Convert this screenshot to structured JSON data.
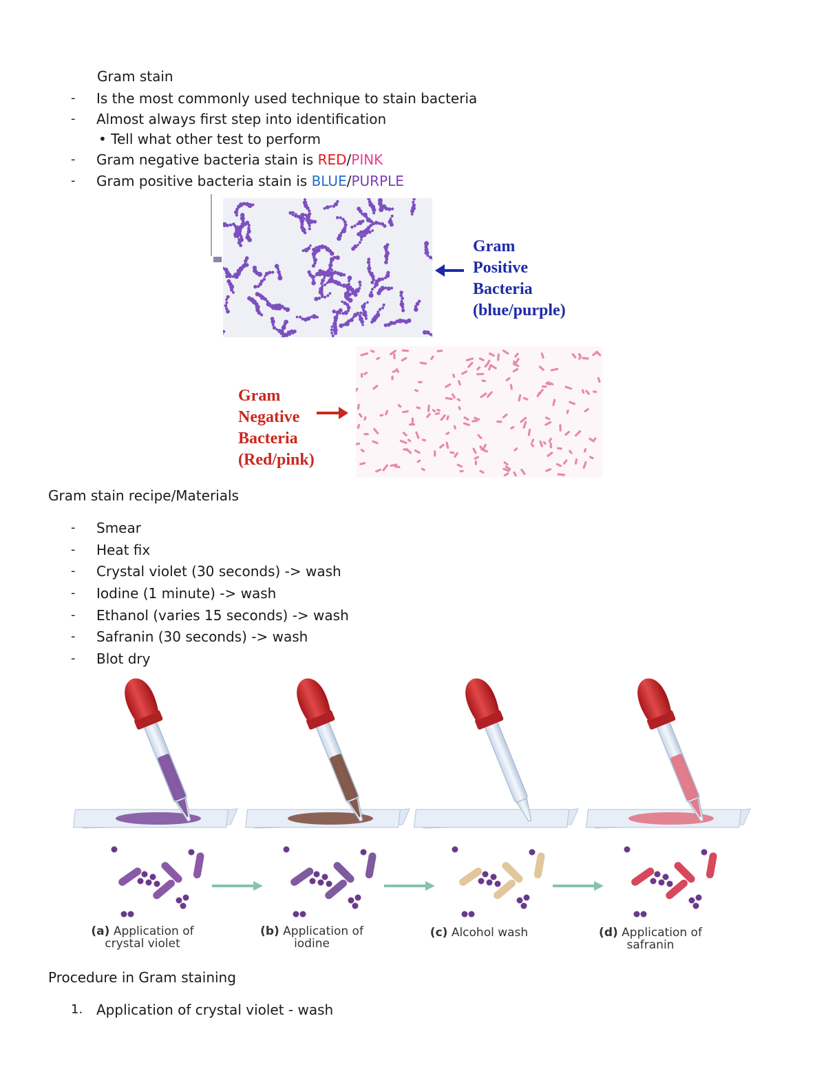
{
  "section1": {
    "title": "Gram stain",
    "bullets": [
      "Is the most commonly used technique to stain bacteria",
      "Almost always first step into identification"
    ],
    "sub_bullet": "• Tell what other test to perform",
    "neg_prefix": "Gram negative bacteria stain is ",
    "neg_color1": "RED",
    "neg_sep": "/",
    "neg_color2": "PINK",
    "pos_prefix": "Gram positive bacteria stain is ",
    "pos_color1": "BLUE",
    "pos_sep": "/",
    "pos_color2": "PURPLE",
    "dash": "-"
  },
  "figure1": {
    "positive_label": [
      "Gram",
      "Positive",
      "Bacteria",
      "(blue/purple)"
    ],
    "negative_label": [
      "Gram",
      "Negative",
      "Bacteria",
      "(Red/pink)"
    ],
    "colors": {
      "positive": "#1e2aa8",
      "negative": "#c8281e",
      "purple_cells": "#7d4fc0",
      "pink_cells": "#e88aa8"
    }
  },
  "section2": {
    "title": "Gram stain recipe/Materials",
    "items": [
      "Smear",
      "Heat fix",
      "Crystal violet (30 seconds) -> wash",
      "Iodine (1 minute) -> wash",
      "Ethanol (varies 15 seconds) -> wash",
      "Safranin (30 seconds) -> wash",
      "Blot dry"
    ]
  },
  "figure2": {
    "steps": [
      {
        "letter": "(a)",
        "line1": "Application of",
        "line2": "crystal violet",
        "color": "#7a4a9a"
      },
      {
        "letter": "(b)",
        "line1": "Application of",
        "line2": "iodine",
        "color": "#7a4a3a"
      },
      {
        "letter": "(c)",
        "line1": "Alcohol wash",
        "line2": "",
        "color": "#e6c8a0"
      },
      {
        "letter": "(d)",
        "line1": "Application of",
        "line2": "safranin",
        "color": "#e07080"
      }
    ]
  },
  "section3": {
    "title": "Procedure in Gram staining",
    "number": "1.",
    "item": "Application of crystal violet - wash"
  }
}
